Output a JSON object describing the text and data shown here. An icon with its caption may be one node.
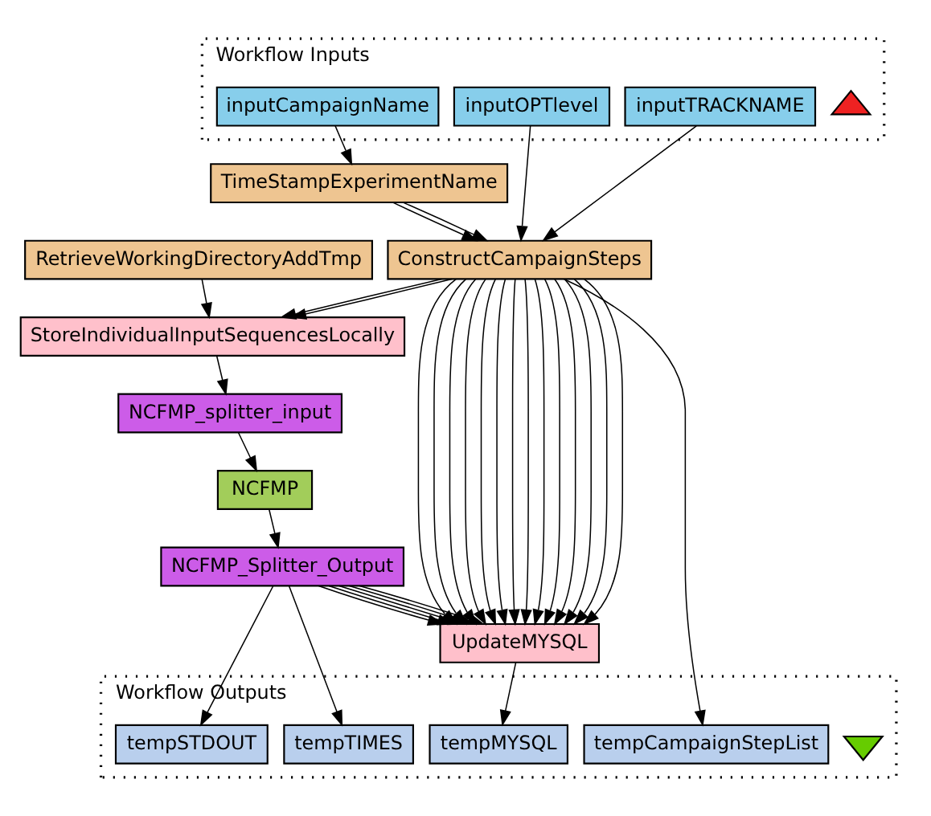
{
  "diagram": {
    "nodes": [
      {
        "text": [
          "Workflow Inputs"
        ]
      },
      {
        "text": [
          "inputCampaignName"
        ],
        "in": 0
      },
      {
        "text": [
          "inputOPTlevel"
        ],
        "in": 0
      },
      {
        "text": [
          "inputTRACKNAME"
        ],
        "in": 0
      },
      {
        "text": [],
        "shape": "triangle",
        "in": 0
      },
      {
        "text": [
          "TimeStampExperimentName"
        ]
      },
      {
        "text": [
          "RetrieveWorkingDirectoryAddTmp"
        ]
      },
      {
        "text": [
          "ConstructCampaignSteps"
        ]
      },
      {
        "text": [
          "StoreIndividualInputSequencesLocally"
        ]
      },
      {
        "text": [
          "NCFMP_splitter_input"
        ]
      },
      {
        "text": [
          "NCFMP"
        ]
      },
      {
        "text": [
          "NCFMP_Splitter_Output"
        ]
      },
      {
        "text": [
          "UpdateMYSQL"
        ]
      },
      {
        "text": [
          "Workflow Outputs"
        ]
      },
      {
        "text": [
          "tempSTDOUT"
        ],
        "in": 13
      },
      {
        "text": [
          "tempTIMES"
        ],
        "in": 13
      },
      {
        "text": [
          "tempMYSQL"
        ],
        "in": 13
      },
      {
        "text": [
          "tempCampaignStepList"
        ],
        "in": 13
      },
      {
        "text": [],
        "shape": "triangle",
        "in": 13
      }
    ],
    "edges": [
      {
        "from": 1,
        "to": 5,
        "arrow": "to"
      },
      {
        "from": 2,
        "to": 7,
        "arrow": "to"
      },
      {
        "from": 3,
        "to": 7,
        "arrow": "to"
      },
      {
        "from": 5,
        "to": 7,
        "arrow": "to"
      },
      {
        "from": 5,
        "to": 7,
        "arrow": "to"
      },
      {
        "from": 6,
        "to": 8,
        "arrow": "to"
      },
      {
        "from": 7,
        "to": 8,
        "arrow": "to"
      },
      {
        "from": 7,
        "to": 8,
        "arrow": "to"
      },
      {
        "from": 7,
        "to": 12,
        "arrow": "to"
      },
      {
        "from": 7,
        "to": 12,
        "arrow": "to"
      },
      {
        "from": 7,
        "to": 12,
        "arrow": "to"
      },
      {
        "from": 7,
        "to": 12,
        "arrow": "to"
      },
      {
        "from": 7,
        "to": 12,
        "arrow": "to"
      },
      {
        "from": 7,
        "to": 12,
        "arrow": "to"
      },
      {
        "from": 7,
        "to": 12,
        "arrow": "to"
      },
      {
        "from": 7,
        "to": 12,
        "arrow": "to"
      },
      {
        "from": 7,
        "to": 12,
        "arrow": "to"
      },
      {
        "from": 7,
        "to": 12,
        "arrow": "to"
      },
      {
        "from": 7,
        "to": 12,
        "arrow": "to"
      },
      {
        "from": 7,
        "to": 12,
        "arrow": "to"
      },
      {
        "from": 7,
        "to": 12,
        "arrow": "to"
      },
      {
        "from": 7,
        "to": 12,
        "arrow": "to"
      },
      {
        "from": 8,
        "to": 9,
        "arrow": "to"
      },
      {
        "from": 9,
        "to": 10,
        "arrow": "to"
      },
      {
        "from": 10,
        "to": 11,
        "arrow": "to"
      },
      {
        "from": 11,
        "to": 12,
        "arrow": "to"
      },
      {
        "from": 11,
        "to": 12,
        "arrow": "to"
      },
      {
        "from": 11,
        "to": 12,
        "arrow": "to"
      },
      {
        "from": 11,
        "to": 12,
        "arrow": "to"
      },
      {
        "from": 11,
        "to": 12,
        "arrow": "to"
      },
      {
        "from": 11,
        "to": 14,
        "arrow": "to"
      },
      {
        "from": 11,
        "to": 15,
        "arrow": "to"
      },
      {
        "from": 12,
        "to": 16,
        "arrow": "to"
      },
      {
        "from": 7,
        "to": 17,
        "arrow": "to"
      }
    ]
  }
}
